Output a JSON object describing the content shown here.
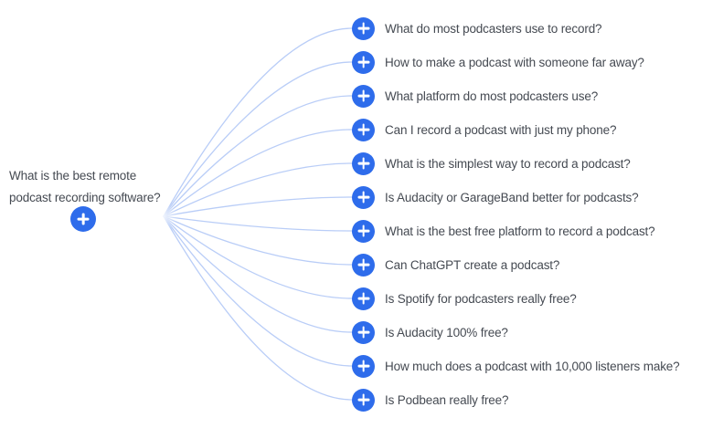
{
  "colors": {
    "canvas_bg": "#ffffff",
    "node_blue": "#2e6ceb",
    "line_blue": "#b9cdf7",
    "text_dark": "#454a52"
  },
  "root": {
    "question": "What is the best remote\npodcast recording software?",
    "expand_icon": "plus-icon"
  },
  "branches": [
    {
      "label": "What do most podcasters use to record?",
      "expand_icon": "plus-icon"
    },
    {
      "label": "How to make a podcast with someone far away?",
      "expand_icon": "plus-icon"
    },
    {
      "label": "What platform do most podcasters use?",
      "expand_icon": "plus-icon"
    },
    {
      "label": "Can I record a podcast with just my phone?",
      "expand_icon": "plus-icon"
    },
    {
      "label": "What is the simplest way to record a podcast?",
      "expand_icon": "plus-icon"
    },
    {
      "label": "Is Audacity or GarageBand better for podcasts?",
      "expand_icon": "plus-icon"
    },
    {
      "label": "What is the best free platform to record a podcast?",
      "expand_icon": "plus-icon"
    },
    {
      "label": "Can ChatGPT create a podcast?",
      "expand_icon": "plus-icon"
    },
    {
      "label": "Is Spotify for podcasters really free?",
      "expand_icon": "plus-icon"
    },
    {
      "label": "Is Audacity 100% free?",
      "expand_icon": "plus-icon"
    },
    {
      "label": "How much does a podcast with 10,000 listeners make?",
      "expand_icon": "plus-icon"
    },
    {
      "label": "Is Podbean really free?",
      "expand_icon": "plus-icon"
    }
  ]
}
